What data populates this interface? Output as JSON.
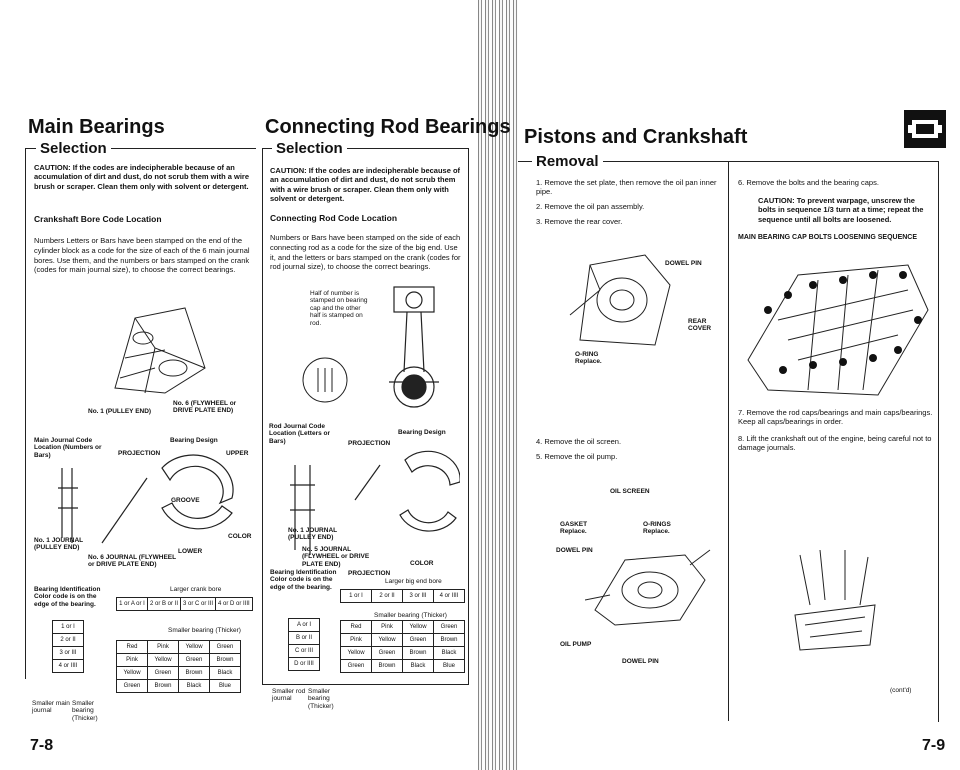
{
  "left": {
    "title": "Main Bearings",
    "section": "Selection",
    "caution": "CAUTION: If the codes are indecipherable because of an accumulation of dirt and dust, do not scrub them with a wire brush or scraper. Clean them only with solvent or detergent.",
    "subheading": "Crankshaft Bore Code Location",
    "body": "Numbers Letters or Bars have been stamped on the end of the cylinder block as a code for the size of each of the 6 main journal bores. Use them, and the numbers or bars stamped on the crank (codes for main journal size), to choose the correct bearings.",
    "fig1_no1": "No. 1 (PULLEY END)",
    "fig1_no6": "No. 6 (FLYWHEEL or DRIVE PLATE END)",
    "fig2_main_code": "Main Journal Code Location (Numbers or Bars)",
    "fig2_design": "Bearing Design",
    "fig2_projection": "PROJECTION",
    "fig2_upper": "UPPER",
    "fig2_groove": "GROOVE",
    "fig2_color": "COLOR",
    "fig2_lower": "LOWER",
    "fig2_no1": "No. 1 JOURNAL (PULLEY END)",
    "fig2_no6": "No. 6 JOURNAL (FLYWHEEL or DRIVE PLATE END)",
    "table_ident": "Bearing Identification Color code is on the edge of the bearing.",
    "table_larger": "Larger crank bore",
    "table_smaller_thicker": "Smaller bearing (Thicker)",
    "table_smaller_journal": "Smaller main journal",
    "table_smaller_bearing": "Smaller bearing (Thicker)",
    "cols": [
      "1 or A or I",
      "2 or B or II",
      "3 or C or III",
      "4 or D or IIII"
    ],
    "rows_codes": [
      "1 or I",
      "2 or II",
      "3 or III",
      "4 or IIII"
    ],
    "rows": [
      [
        "Red",
        "Pink",
        "Yellow",
        "Green"
      ],
      [
        "Pink",
        "Yellow",
        "Green",
        "Brown"
      ],
      [
        "Yellow",
        "Green",
        "Brown",
        "Black"
      ],
      [
        "Green",
        "Brown",
        "Black",
        "Blue"
      ]
    ],
    "page": "7-8"
  },
  "middle": {
    "title": "Connecting Rod Bearings",
    "section": "Selection",
    "caution": "CAUTION: If the codes are indecipherable because of an accumulation of dirt and dust, do not scrub them with a wire brush or scraper. Clean them only with solvent or detergent.",
    "subheading": "Connecting Rod Code Location",
    "body": "Numbers or Bars have been stamped on the side of each connecting rod as a code for the size of the big end. Use it, and the letters or bars stamped on the crank (codes for rod journal size), to choose the correct bearings.",
    "fig1_note": "Half of number is stamped on bearing cap and the other half is stamped on rod.",
    "fig2_rod_code": "Rod Journal Code Location (Letters or Bars)",
    "fig2_design": "Bearing Design",
    "fig2_projection": "PROJECTION",
    "fig2_no1": "No. 1 JOURNAL (PULLEY END)",
    "fig2_no5": "No. 5 JOURNAL (FLYWHEEL or DRIVE PLATE END)",
    "fig2_color": "COLOR",
    "fig2_projection2": "PROJECTION",
    "table_ident": "Bearing Identification Color code is on the edge of the bearing.",
    "table_larger": "Larger big end bore",
    "table_smaller_thicker": "Smaller bearing (Thicker)",
    "table_smaller_rod": "Smaller rod journal",
    "table_smaller_bearing": "Smaller bearing (Thicker)",
    "cols": [
      "1 or I",
      "2 or II",
      "3 or III",
      "4 or IIII"
    ],
    "rows_codes": [
      "A or I",
      "B or II",
      "C or III",
      "D or IIII"
    ],
    "rows": [
      [
        "Red",
        "Pink",
        "Yellow",
        "Green"
      ],
      [
        "Pink",
        "Yellow",
        "Green",
        "Brown"
      ],
      [
        "Yellow",
        "Green",
        "Brown",
        "Black"
      ],
      [
        "Green",
        "Brown",
        "Black",
        "Blue"
      ]
    ]
  },
  "right": {
    "title": "Pistons and Crankshaft",
    "section": "Removal",
    "steps_a": [
      "1. Remove the set plate, then remove the oil pan inner pipe.",
      "2. Remove the oil pan assembly.",
      "3. Remove the rear cover."
    ],
    "fig1_dowel": "DOWEL PIN",
    "fig1_rear": "REAR COVER",
    "fig1_oring": "O-RING Replace.",
    "steps_b": [
      "4. Remove the oil screen.",
      "5. Remove the oil pump."
    ],
    "fig2_screen": "OIL SCREEN",
    "fig2_gasket": "GASKET Replace.",
    "fig2_orings": "O-RINGS Replace.",
    "fig2_dowel": "DOWEL PIN",
    "fig2_pump": "OIL PUMP",
    "fig2_dowel2": "DOWEL PIN",
    "step6": "6. Remove the bolts and the bearing caps.",
    "caution": "CAUTION: To prevent warpage, unscrew the bolts in sequence 1/3 turn at a time; repeat the sequence until all bolts are loosened.",
    "seq_title": "MAIN BEARING CAP BOLTS LOOSENING SEQUENCE",
    "step7": "7. Remove the rod caps/bearings and main caps/bearings. Keep all caps/bearings in order.",
    "step8": "8. Lift the crankshaft out of the engine, being careful not to damage journals.",
    "contd": "(cont'd)",
    "page": "7-9"
  }
}
